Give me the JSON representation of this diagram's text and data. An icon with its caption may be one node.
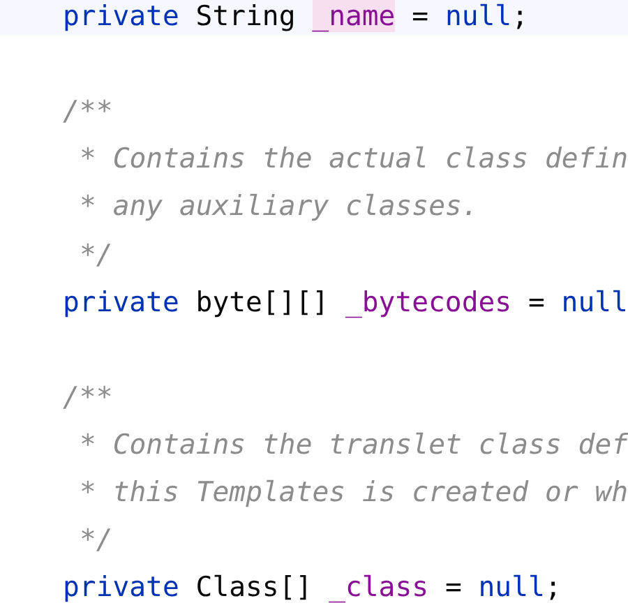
{
  "diagram": {
    "labels": [
      "private String _name = null;",
      "/**",
      "* Contains the actual class defin",
      "* any auxiliary classes.",
      "*/",
      "private byte[][] _bytecodes = null",
      "/**",
      "* Contains the translet class def",
      "* this Templates is created or wh",
      "*/",
      "private Class[] _class = null;"
    ]
  }
}
